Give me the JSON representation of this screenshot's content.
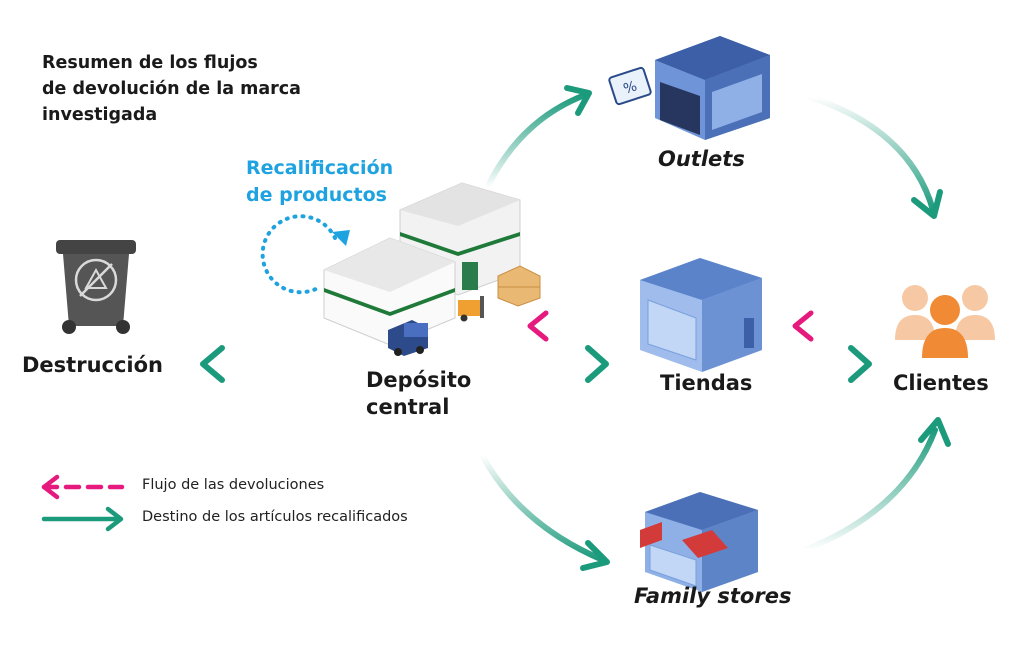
{
  "title": {
    "line1": "Resumen de los flujos",
    "line2": "de devolución de la marca",
    "line3": "investigada"
  },
  "recalification": {
    "line1": "Recalificación",
    "line2": "de productos"
  },
  "nodes": {
    "destruccion": "Destrucción",
    "deposito_line1": "Depósito",
    "deposito_line2": "central",
    "outlets": "Outlets",
    "tiendas": "Tiendas",
    "clientes": "Clientes",
    "family_stores": "Family stores"
  },
  "legend": {
    "returns": "Flujo de las devoluciones",
    "destination": "Destino de los artículos recalificados"
  },
  "colors": {
    "returns_flow": "#e5197e",
    "destination_flow": "#1c9a7c",
    "recalification": "#1ea2e0",
    "store_blue": "#5a83c9",
    "clientes_orange": "#f08a34"
  },
  "icons": {
    "bin": "trash-bin-icon",
    "warehouse": "warehouse-icon",
    "outlet": "outlet-store-icon",
    "tienda": "store-icon",
    "family": "family-store-icon",
    "clientes": "people-icon"
  }
}
